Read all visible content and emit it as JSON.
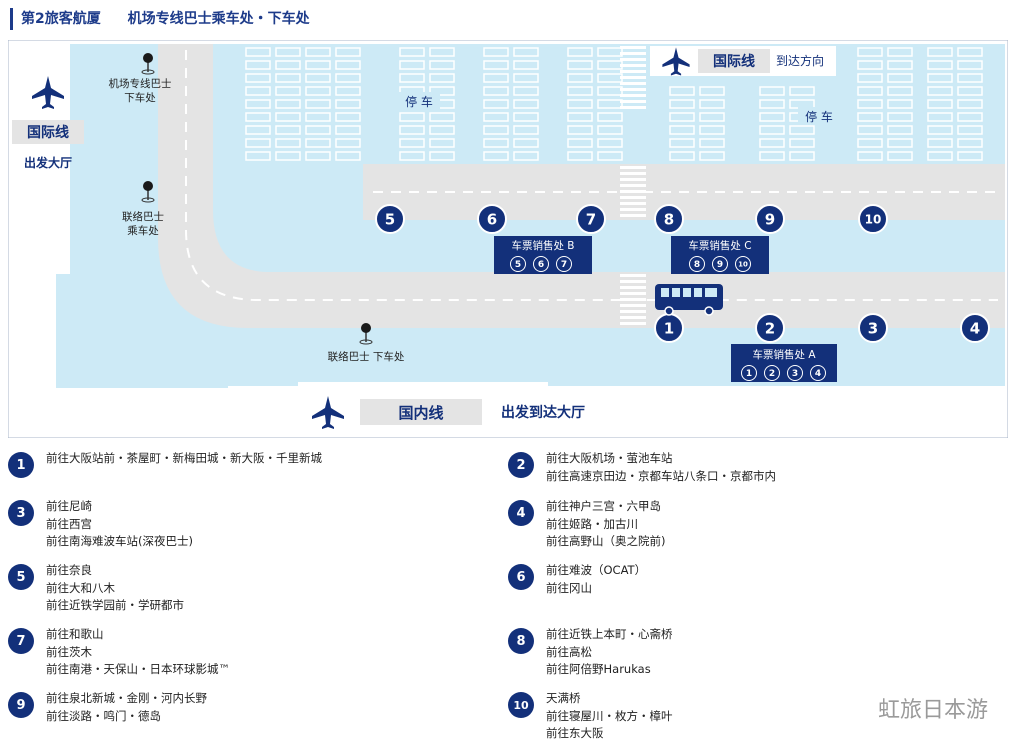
{
  "header": {
    "terminal": "第2旅客航厦",
    "subtitle": "机场专线巴士乘车处・下车处"
  },
  "map": {
    "international_label": "国际线",
    "departure_hall_left": "出发大厅",
    "arrival_direction": "到达方向",
    "domestic_label": "国内线",
    "domestic_hall": "出发到达大厅",
    "parking": "停 车",
    "pin_airport_bus_lines": [
      "机场专线巴士",
      "下车处"
    ],
    "pin_shuttle_board_lines": [
      "联络巴士",
      "乘车处"
    ],
    "pin_shuttle_alight": "联络巴士 下车处",
    "ticket_a": "车票销售处 A",
    "ticket_b": "车票销售处 B",
    "ticket_c": "车票销售处 C",
    "ticket_a_stops": [
      "1",
      "2",
      "3",
      "4"
    ],
    "ticket_b_stops": [
      "5",
      "6",
      "7"
    ],
    "ticket_c_stops": [
      "8",
      "9",
      "10"
    ],
    "stops_upper": [
      "5",
      "6",
      "7",
      "8",
      "9",
      "10"
    ],
    "stops_lower": [
      "1",
      "2",
      "3",
      "4"
    ],
    "colors": {
      "apron": "#cdeaf6",
      "road": "#e4e4e4",
      "navy": "#13307a",
      "building": "#f2f2f2"
    }
  },
  "legend": [
    {
      "num": "1",
      "lines": [
        "前往大阪站前・茶屋町・新梅田城・新大阪・千里新城"
      ]
    },
    {
      "num": "2",
      "lines": [
        "前往大阪机场・萤池车站",
        "前往高速京田边・京都车站八条口・京都市内"
      ]
    },
    {
      "num": "3",
      "lines": [
        "前往尼崎",
        "前往西宫",
        "前往南海难波车站(深夜巴士)"
      ]
    },
    {
      "num": "4",
      "lines": [
        "前往神户三宫・六甲岛",
        "前往姬路・加古川",
        "前往高野山（奥之院前)"
      ]
    },
    {
      "num": "5",
      "lines": [
        "前往奈良",
        "前往大和八木",
        "前往近铁学园前・学研都市"
      ]
    },
    {
      "num": "6",
      "lines": [
        "前往难波（OCAT）",
        "前往冈山"
      ]
    },
    {
      "num": "7",
      "lines": [
        "前往和歌山",
        "前往茨木",
        "前往南港・天保山・日本环球影城™"
      ]
    },
    {
      "num": "8",
      "lines": [
        "前往近铁上本町・心斋桥",
        "前往高松",
        "前往阿倍野Harukas"
      ]
    },
    {
      "num": "9",
      "lines": [
        "前往泉北新城・金刚・河内长野",
        "前往淡路・鸣门・德岛"
      ]
    },
    {
      "num": "10",
      "lines": [
        "天满桥",
        "前往寝屋川・枚方・樟叶",
        "前往东大阪"
      ]
    }
  ],
  "watermark": "虹旅日本游"
}
